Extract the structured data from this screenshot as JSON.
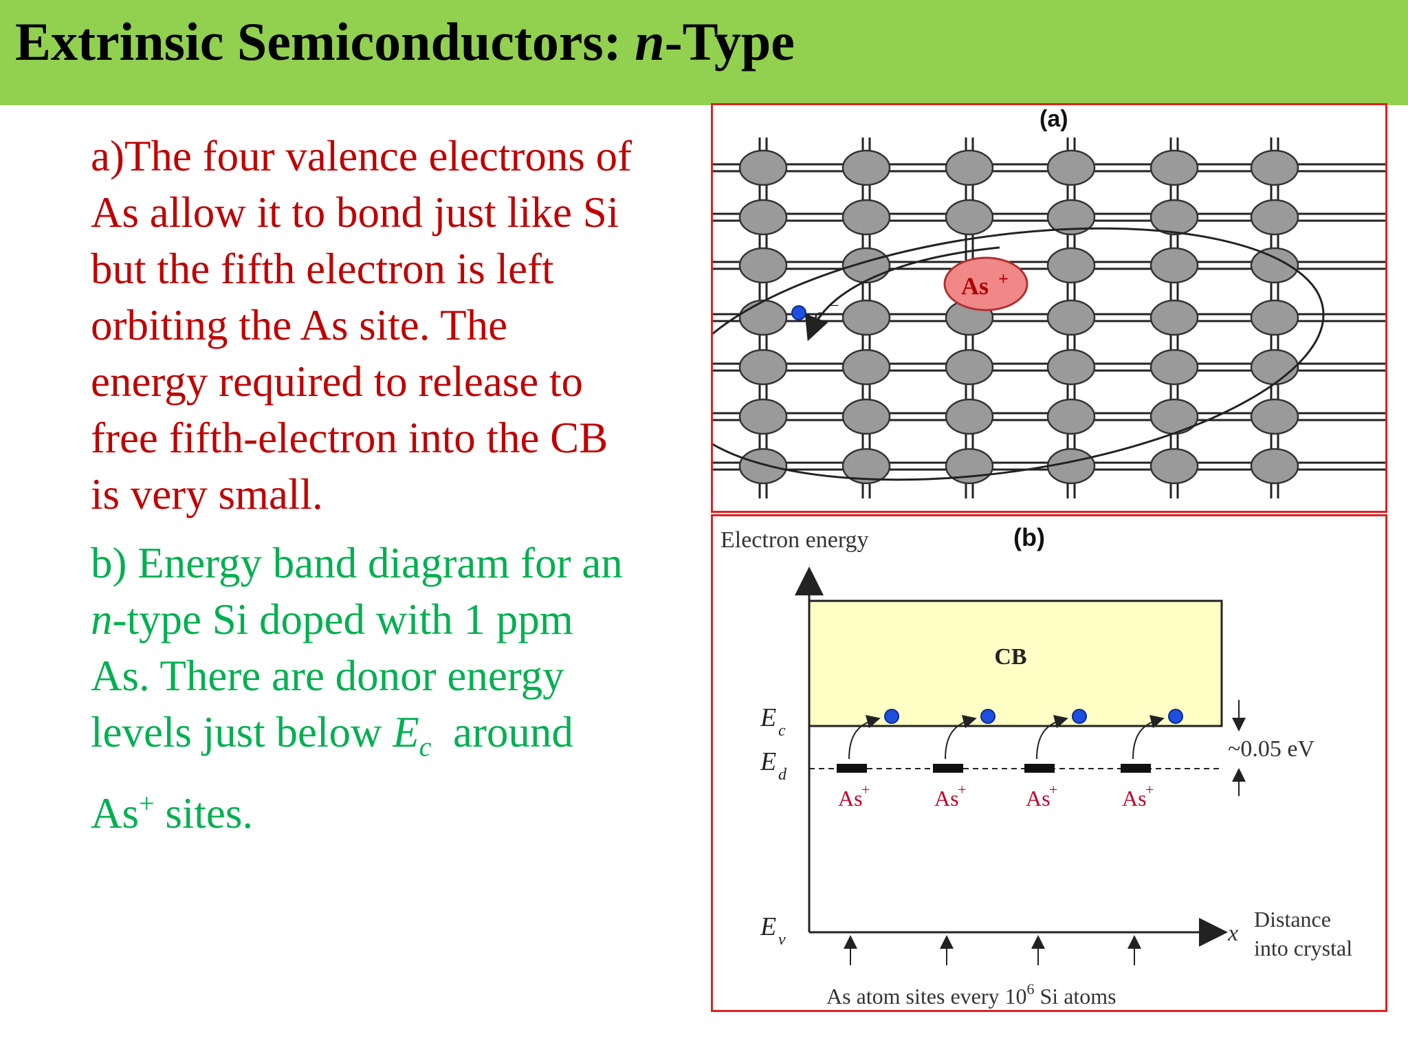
{
  "title": {
    "prefix": "Extrinsic Semiconductors: ",
    "italic": "n",
    "suffix": "-Type"
  },
  "text_a": {
    "lines": [
      "a)The four valence electrons of",
      "As allow it to bond just like Si",
      "but the fifth electron is left",
      "orbiting the As site. The",
      "energy required to release to",
      "free fifth-electron into the CB",
      "is very small."
    ]
  },
  "text_b": {
    "line1": "b) Energy band diagram for an",
    "line2_italic": "n",
    "line2_rest": "-type Si doped with 1 ppm",
    "line3": "As. There are donor energy",
    "line4_pre": "levels just below ",
    "line4_E": "E",
    "line4_sub": "c",
    "line4_post": "  around",
    "line5_as": "As",
    "line5_sup": "+",
    "line5_post": " sites."
  },
  "figure_a": {
    "label": "(a)",
    "ion_label": "As",
    "ion_sup": "+",
    "electron_label": "e",
    "electron_sup": "−"
  },
  "figure_b": {
    "label": "(b)",
    "y_axis_label": "Electron energy",
    "cb_label": "CB",
    "ec_label": "E",
    "ec_sub": "c",
    "ed_label": "E",
    "ed_sub": "d",
    "ev_label": "E",
    "ev_sub": "v",
    "gap_label": "~0.05 eV",
    "x_label": "x",
    "distance_line1": "Distance",
    "distance_line2": "into crystal",
    "donor_label": "As",
    "donor_sup": "+",
    "sites_pre": "As atom sites every 10",
    "sites_sup": "6",
    "sites_post": " Si atoms"
  },
  "colors": {
    "title_bar": "#92d050",
    "text_a": "#c00000",
    "text_b": "#00b050",
    "frame": "#e02020",
    "cb_fill": "#ffffc6",
    "atom": "#9a9a9a",
    "ion": "#f08888",
    "electron": "#1d4fe0",
    "donor_label": "#c0002a"
  }
}
